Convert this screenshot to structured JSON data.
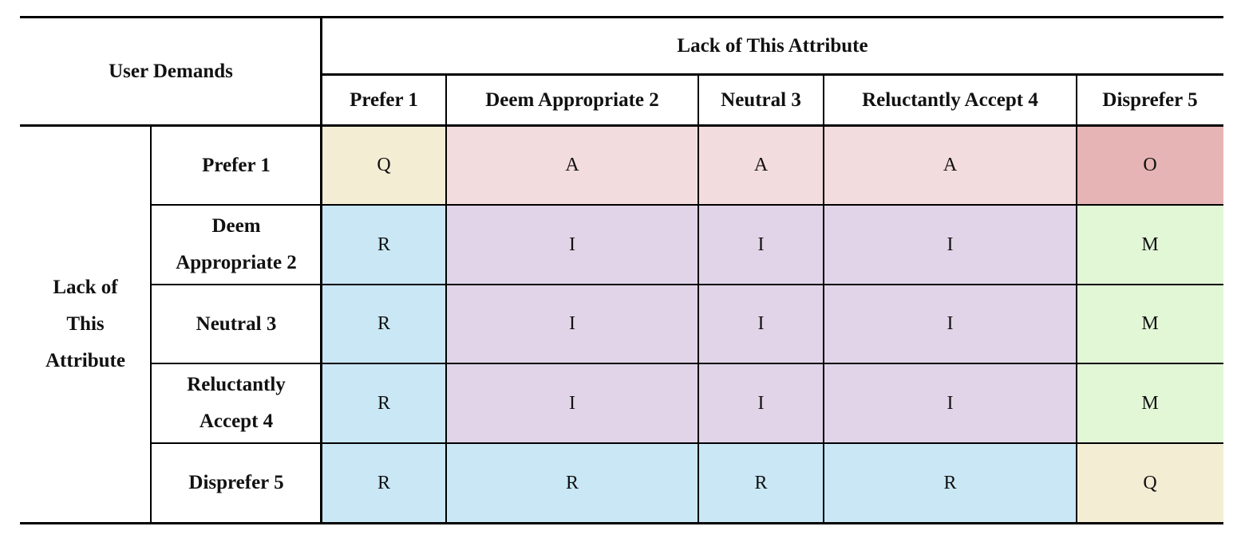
{
  "table": {
    "corner_label": "User Demands",
    "col_group_label": "Lack of This Attribute",
    "row_group_label": "Lack of This Attribute",
    "row_group_lines": [
      "Lack of",
      "This",
      "Attribute"
    ],
    "col_headers": [
      "Prefer 1",
      "Deem Appropriate 2",
      "Neutral 3",
      "Reluctantly Accept 4",
      "Disprefer 5"
    ],
    "row_headers": [
      [
        "Prefer 1"
      ],
      [
        "Deem",
        "Appropriate 2"
      ],
      [
        "Neutral 3"
      ],
      [
        "Reluctantly",
        "Accept 4"
      ],
      [
        "Disprefer 5"
      ]
    ],
    "cells": [
      [
        "Q",
        "A",
        "A",
        "A",
        "O"
      ],
      [
        "R",
        "I",
        "I",
        "I",
        "M"
      ],
      [
        "R",
        "I",
        "I",
        "I",
        "M"
      ],
      [
        "R",
        "I",
        "I",
        "I",
        "M"
      ],
      [
        "R",
        "R",
        "R",
        "R",
        "Q"
      ]
    ],
    "category_colors": {
      "Q": "#f3edd4",
      "A": "#f3dcdd",
      "O": "#e6b4b4",
      "R": "#c9e7f5",
      "I": "#e1d4e8",
      "M": "#e2f7d6"
    }
  }
}
